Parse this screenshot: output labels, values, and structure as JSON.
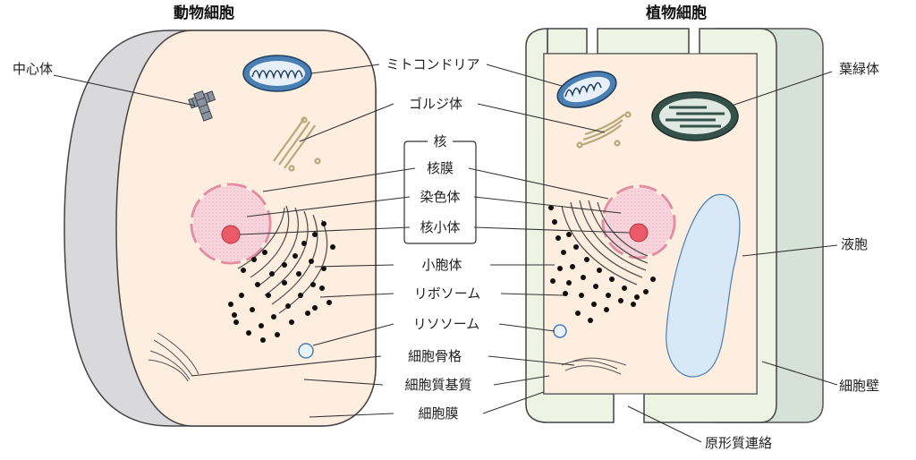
{
  "titles": {
    "animal": "動物細胞",
    "plant": "植物細胞"
  },
  "labels": {
    "centrosome": "中心体",
    "mitochondria": "ミトコンドリア",
    "golgi": "ゴルジ体",
    "nucleus_header": "核",
    "nuclear_membrane": "核膜",
    "chromosome": "染色体",
    "nucleolus": "核小体",
    "er": "小胞体",
    "ribosome": "リボソーム",
    "lysosome": "リソソーム",
    "cytoskeleton": "細胞骨格",
    "cytoplasmic_matrix": "細胞質基質",
    "cell_membrane": "細胞膜",
    "chloroplast": "葉緑体",
    "vacuole": "液胞",
    "cell_wall": "細胞壁",
    "plasmodesmata": "原形質連絡"
  },
  "colors": {
    "cytoplasm": "#fdeee0",
    "cell_side": "#d9d9dc",
    "plant_wall": "#eef4e4",
    "plant_side": "#d6e1d8",
    "mitochondria": "#4a7fb4",
    "chloroplast": "#35524a",
    "nucleus": "#f7d3dc",
    "nucleolus": "#ea5a67",
    "vacuole": "#d8e8f7",
    "golgi": "#b9a87a"
  }
}
